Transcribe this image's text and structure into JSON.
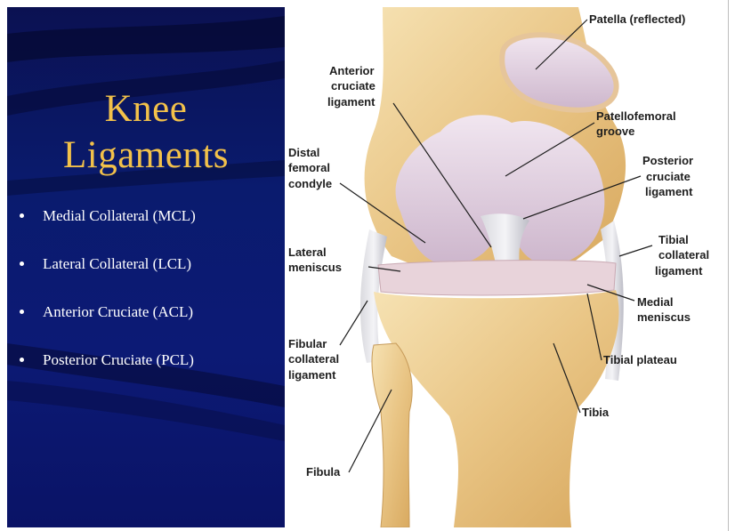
{
  "slide": {
    "title_line1": "Knee",
    "title_line2": "Ligaments",
    "bullets": [
      "Medial Collateral (MCL)",
      "Lateral Collateral (LCL)",
      "Anterior Cruciate (ACL)",
      "Posterior Cruciate (PCL)"
    ]
  },
  "figure": {
    "labels": {
      "patella": "Patella (reflected)",
      "acl": [
        "Anterior",
        "cruciate",
        "ligament"
      ],
      "patellofemoral": [
        "Patellofemoral",
        "groove"
      ],
      "distal_femoral": [
        "Distal",
        "femoral",
        "condyle"
      ],
      "pcl": [
        "Posterior",
        "cruciate",
        "ligament"
      ],
      "lateral_meniscus": [
        "Lateral",
        "meniscus"
      ],
      "tibial_collateral": [
        "Tibial",
        "collateral",
        "ligament"
      ],
      "medial_meniscus": [
        "Medial",
        "meniscus"
      ],
      "fibular_collateral": [
        "Fibular",
        "collateral",
        "ligament"
      ],
      "tibial_plateau": "Tibial plateau",
      "tibia": "Tibia",
      "fibula": "Fibula"
    }
  }
}
